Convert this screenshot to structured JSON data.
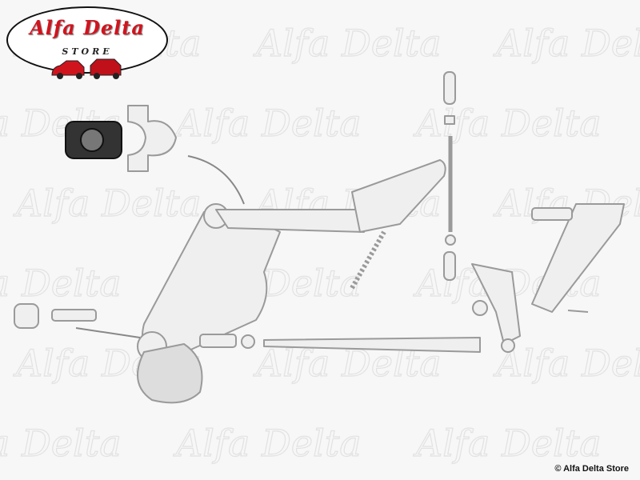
{
  "logo": {
    "title": "Alfa Delta",
    "subtitle": "STORE"
  },
  "watermark": "Alfa Delta",
  "copyright": "© Alfa Delta Store",
  "colors": {
    "brand_red": "#d0141e",
    "line_gray": "#9a9a9a",
    "background": "#f7f7f7"
  }
}
